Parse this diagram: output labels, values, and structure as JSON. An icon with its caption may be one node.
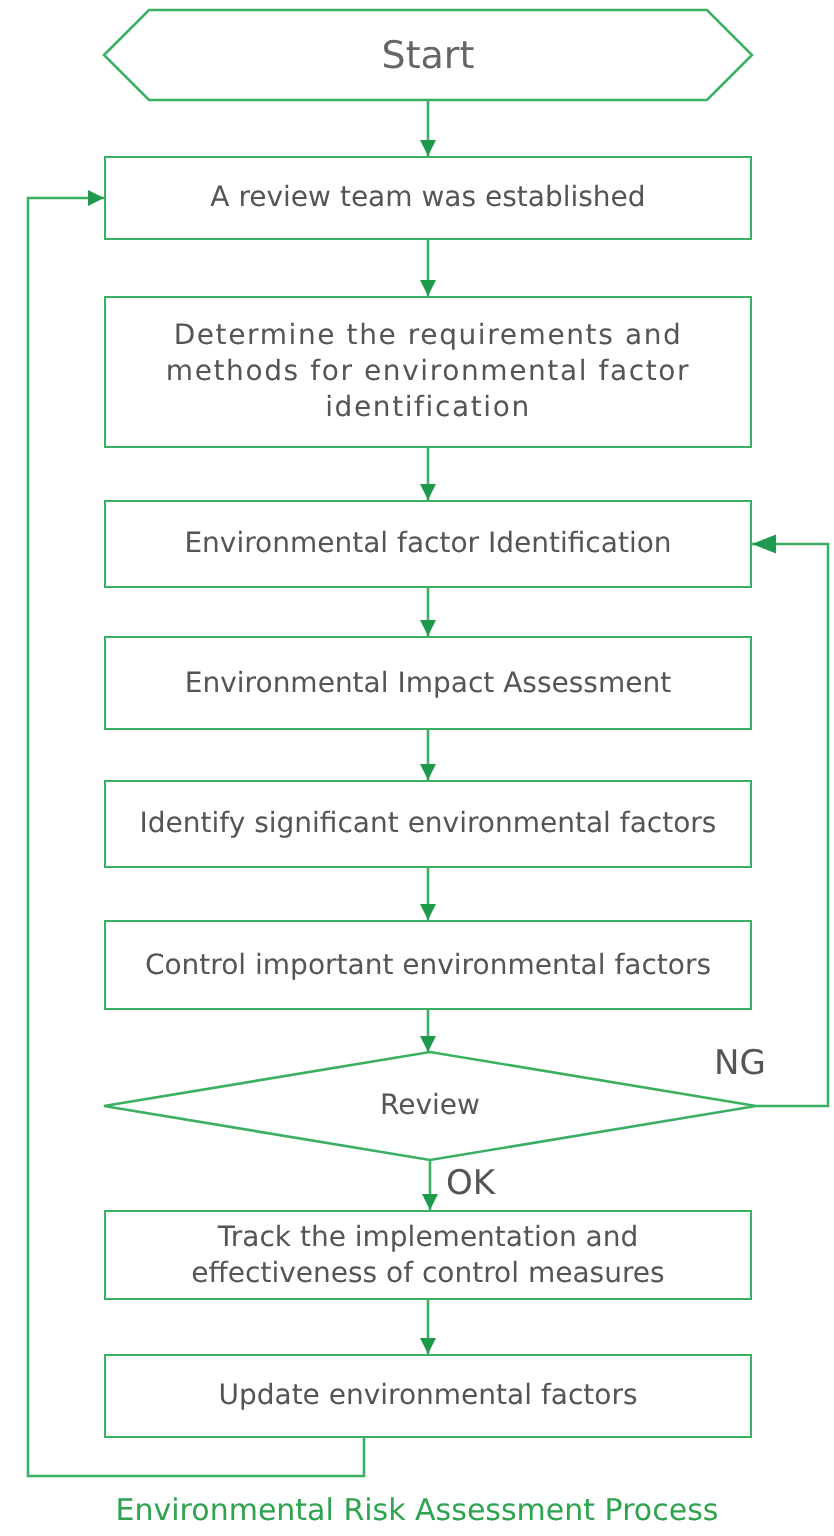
{
  "diagram": {
    "caption": "Environmental Risk Assessment Process",
    "nodes": [
      {
        "text": [
          "Start"
        ]
      },
      {
        "text": [
          "A review team was established"
        ]
      },
      {
        "text": [
          "Determine the requirements and methods for environmental factor identification"
        ]
      },
      {
        "text": [
          "Environmental factor Identification"
        ]
      },
      {
        "text": [
          "Environmental Impact Assessment"
        ]
      },
      {
        "text": [
          "Identify significant environmental factors"
        ]
      },
      {
        "text": [
          "Control important environmental factors"
        ]
      },
      {
        "text": [
          "Review"
        ]
      },
      {
        "text": [
          "Track the implementation and effectiveness of control measures"
        ]
      },
      {
        "text": [
          "Update environmental factors"
        ]
      }
    ],
    "edges": [
      {
        "from": 0,
        "to": 1,
        "arrow": "to"
      },
      {
        "from": 1,
        "to": 2,
        "arrow": "to"
      },
      {
        "from": 2,
        "to": 3,
        "arrow": "to"
      },
      {
        "from": 3,
        "to": 4,
        "arrow": "to"
      },
      {
        "from": 4,
        "to": 5,
        "arrow": "to"
      },
      {
        "from": 5,
        "to": 6,
        "arrow": "to"
      },
      {
        "from": 6,
        "to": 7,
        "arrow": "to"
      },
      {
        "from": 7,
        "to": 8,
        "arrow": "to",
        "label": "OK"
      },
      {
        "from": 8,
        "to": 9,
        "arrow": "to"
      },
      {
        "from": 9,
        "to": 1,
        "arrow": "to"
      },
      {
        "from": 7,
        "to": 3,
        "arrow": "to",
        "label": "NG"
      }
    ]
  }
}
